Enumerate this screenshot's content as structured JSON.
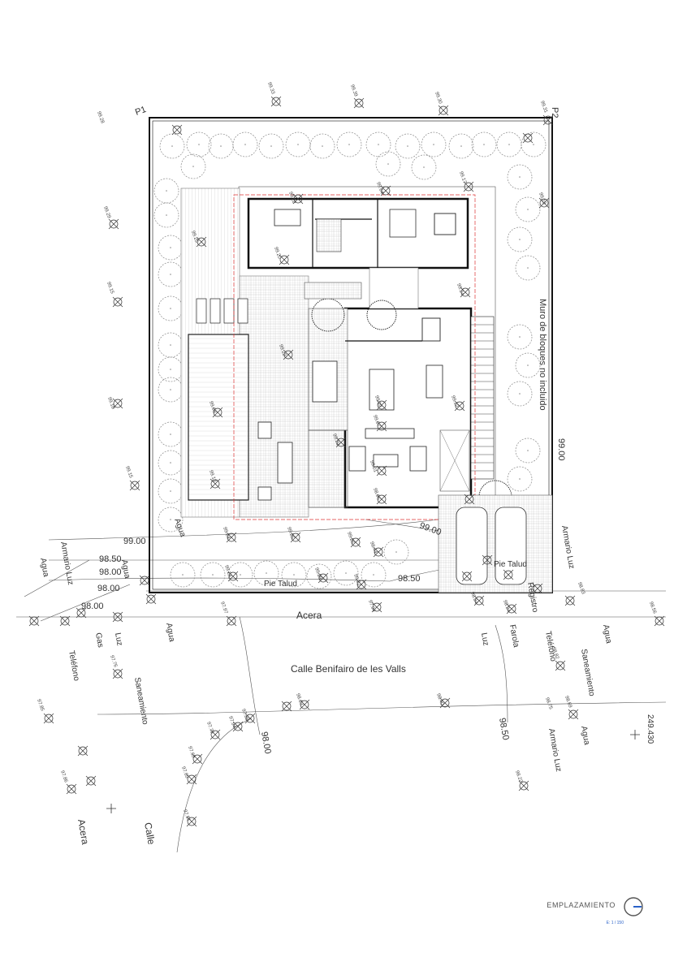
{
  "drawing": {
    "title": "EMPLAZAMIENTO",
    "scale": "E: 1 / 150"
  },
  "corners": [
    "P1",
    "P2"
  ],
  "streets": {
    "main": "Calle Benifairo de les Valls",
    "sidewalk": "Acera",
    "side_street": "Calle",
    "side_sidewalk": "Acera"
  },
  "annotations": {
    "wall_note": "Muro de bloques no incluido",
    "toe_of_slope_left": "Pie Talud",
    "toe_of_slope_right": "Pie Talud"
  },
  "utilities": [
    "Agua",
    "Armario Luz",
    "Agua",
    "Gas",
    "Luz",
    "Teléfono",
    "Saneamiento",
    "Agua",
    "Luz",
    "Farola",
    "Registro",
    "Armario Luz",
    "Teléfono",
    "Agua",
    "Saneamiento",
    "Agua",
    "Armario Luz",
    "Agua"
  ],
  "contours": [
    "99.00",
    "98.50",
    "98.00",
    "98.00",
    "99.00",
    "98.50",
    "99.00",
    "98.50",
    "98.00"
  ],
  "reference_value": "249.430",
  "spot_levels": [
    "99.33",
    "99.39",
    "99.30",
    "99.31",
    "99.28",
    "99.29",
    "99.15",
    "99.10",
    "99.15",
    "99.25",
    "99.22",
    "99.64",
    "99.17",
    "99.19",
    "99.20",
    "99.24",
    "99.22",
    "99.08",
    "99.12",
    "99.10",
    "99.07",
    "99.22",
    "99.13",
    "99.24",
    "99.25",
    "99.26",
    "99.01",
    "98.96",
    "98.44",
    "99.29",
    "99.24",
    "99.22",
    "97.97",
    "97.94",
    "98.84",
    "98.24",
    "98.83",
    "98.56",
    "98.82",
    "98.69",
    "98.75",
    "97.88",
    "97.94",
    "98.13",
    "98.40",
    "97.79",
    "97.69",
    "97.51",
    "97.76",
    "97.69",
    "97.85",
    "97.86",
    "98.22"
  ]
}
